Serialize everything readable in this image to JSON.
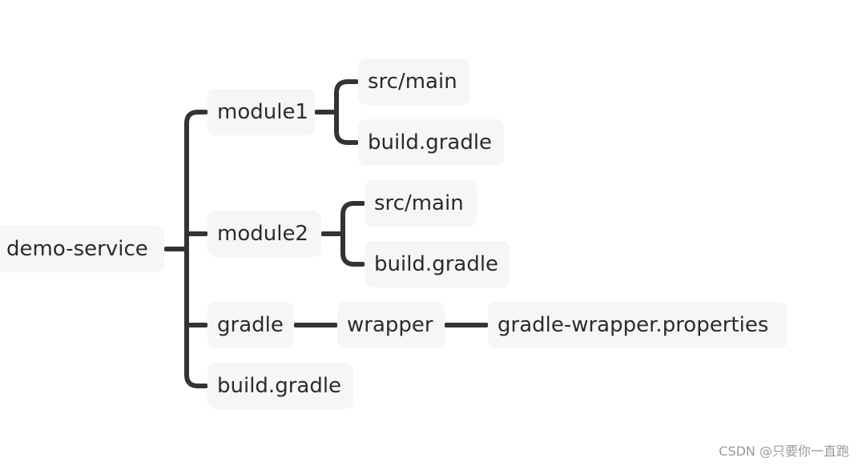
{
  "tree": {
    "root": "demo-service",
    "module1": {
      "label": "module1",
      "src": "src/main",
      "build": "build.gradle"
    },
    "module2": {
      "label": "module2",
      "src": "src/main",
      "build": "build.gradle"
    },
    "gradle": {
      "label": "gradle",
      "wrapper": "wrapper",
      "properties": "gradle-wrapper.properties"
    },
    "build": "build.gradle"
  },
  "watermark": "CSDN @只要你一直跑",
  "colors": {
    "node_fill": "#f6f6f6",
    "connector": "#333333",
    "text": "#2b2b2b",
    "watermark": "#9a9a9a"
  }
}
